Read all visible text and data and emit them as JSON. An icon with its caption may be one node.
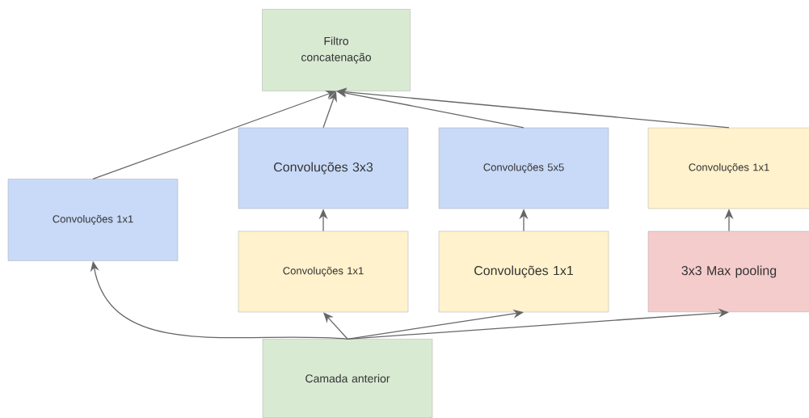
{
  "diagram": {
    "nodes": [
      {
        "text": [
          "Filtro concatenação"
        ]
      },
      {
        "text": [
          "Convoluções 1x1"
        ]
      },
      {
        "text": [
          "Convoluções 3x3"
        ]
      },
      {
        "text": [
          "Convoluções 5x5"
        ]
      },
      {
        "text": [
          "Convoluções 1x1"
        ]
      },
      {
        "text": [
          "Convoluções 1x1"
        ]
      },
      {
        "text": [
          "Convoluções 1x1"
        ]
      },
      {
        "text": [
          "3x3 Max pooling"
        ]
      },
      {
        "text": [
          "Camada anterior"
        ]
      }
    ],
    "edges": [
      {
        "from": 8,
        "to": 1,
        "arrow": "to"
      },
      {
        "from": 8,
        "to": 5,
        "arrow": "to"
      },
      {
        "from": 8,
        "to": 6,
        "arrow": "to"
      },
      {
        "from": 8,
        "to": 7,
        "arrow": "to"
      },
      {
        "from": 5,
        "to": 2,
        "arrow": "to"
      },
      {
        "from": 6,
        "to": 3,
        "arrow": "to"
      },
      {
        "from": 7,
        "to": 4,
        "arrow": "to"
      },
      {
        "from": 1,
        "to": 0,
        "arrow": "to"
      },
      {
        "from": 2,
        "to": 0,
        "arrow": "to"
      },
      {
        "from": 3,
        "to": 0,
        "arrow": "to"
      },
      {
        "from": 4,
        "to": 0,
        "arrow": "to"
      }
    ]
  }
}
